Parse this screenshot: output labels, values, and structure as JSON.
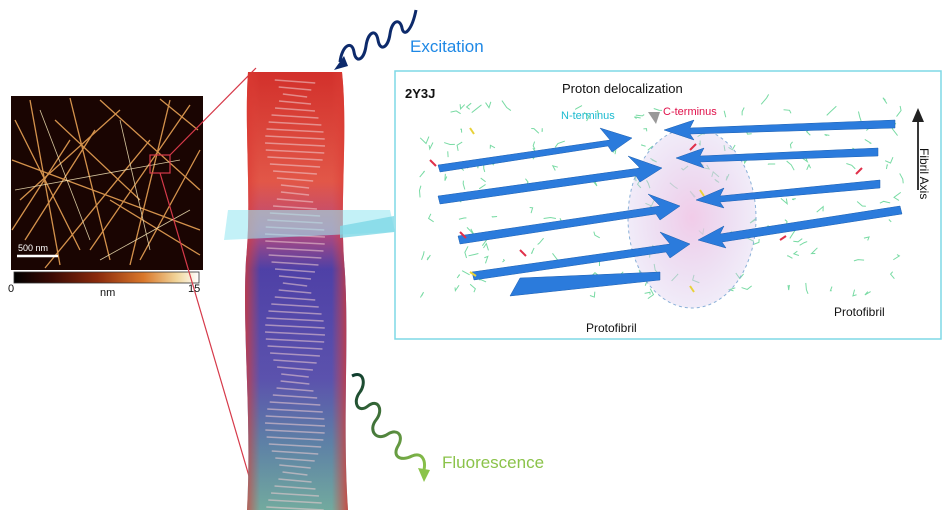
{
  "labels": {
    "excitation": "Excitation",
    "fluorescence": "Fluorescence",
    "pdb_id": "2Y3J",
    "proton_delocalization": "Proton delocalization",
    "n_terminus": "N-terminus",
    "c_terminus": "C-terminus",
    "protofibril_left": "Protofibril",
    "protofibril_right": "Protofibril",
    "fibril_axis": "Fibril Axis",
    "scale_bar": "500 nm"
  },
  "colorbar": {
    "min": "0",
    "unit": "nm",
    "max": "15",
    "stops": [
      "#000000",
      "#3a0a04",
      "#8a2a0c",
      "#d9772a",
      "#f1d59a",
      "#ffffff"
    ]
  },
  "colors": {
    "excitation": "#1e88e5",
    "fluorescence": "#8bc34a",
    "n_terminus": "#1bbad0",
    "c_terminus": "#e0104a",
    "panel_border": "#7ed8e6",
    "zoom_lines": "#d63a4a",
    "beta_sheet": "#2b7bdc",
    "fibril_red": "#d9322c",
    "fibril_blue": "#2a3ec0"
  },
  "icons": [
    "excitation-wave-icon",
    "fluorescence-wave-icon",
    "fibril-axis-arrow-icon"
  ]
}
